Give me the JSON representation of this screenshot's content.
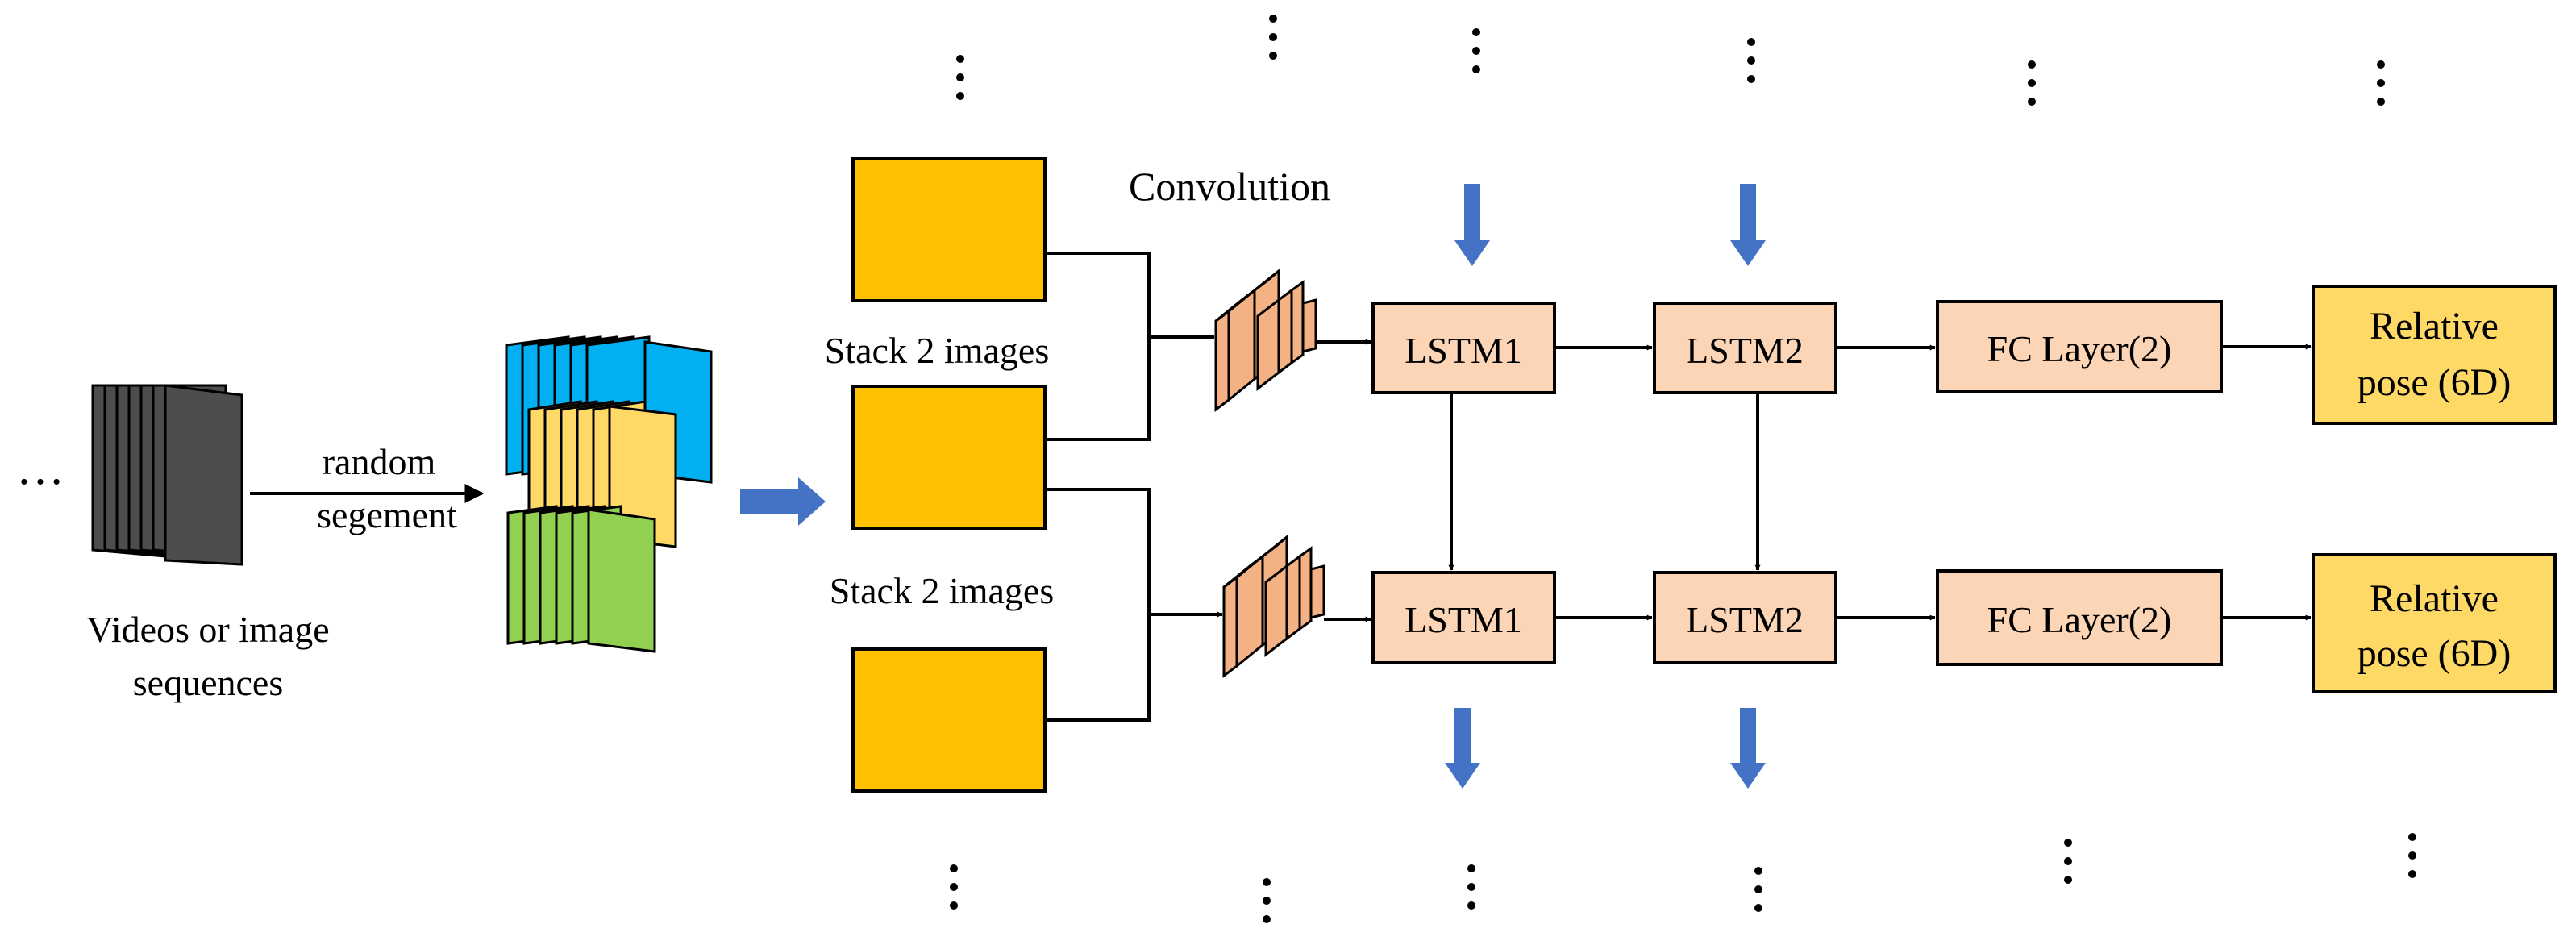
{
  "labels": {
    "input_ellipsis": "…",
    "random_line1": "random",
    "random_line2": "segement",
    "videos_line1": "Videos or image",
    "videos_line2": "sequences",
    "convolution": "Convolution",
    "stack_top": "Stack 2 images",
    "stack_bottom": "Stack 2 images",
    "lstm1_top": "LSTM1",
    "lstm2_top": "LSTM2",
    "fc_top": "FC Layer(2)",
    "pose_top_line1": "Relative",
    "pose_top_line2": "pose (6D)",
    "lstm1_bottom": "LSTM1",
    "lstm2_bottom": "LSTM2",
    "fc_bottom": "FC Layer(2)",
    "pose_bottom_line1": "Relative",
    "pose_bottom_line2": "pose (6D)"
  },
  "colors": {
    "frame_dark": "#4d4d4d",
    "seg_blue": "#00b0f0",
    "seg_yellow": "#ffd966",
    "seg_green": "#92d050",
    "image_orange": "#ffc000",
    "conv_orange": "#f4b183",
    "lstm_fill": "#fbd5b5",
    "pose_fill": "#ffd966",
    "arrow_blue": "#4472c4"
  }
}
